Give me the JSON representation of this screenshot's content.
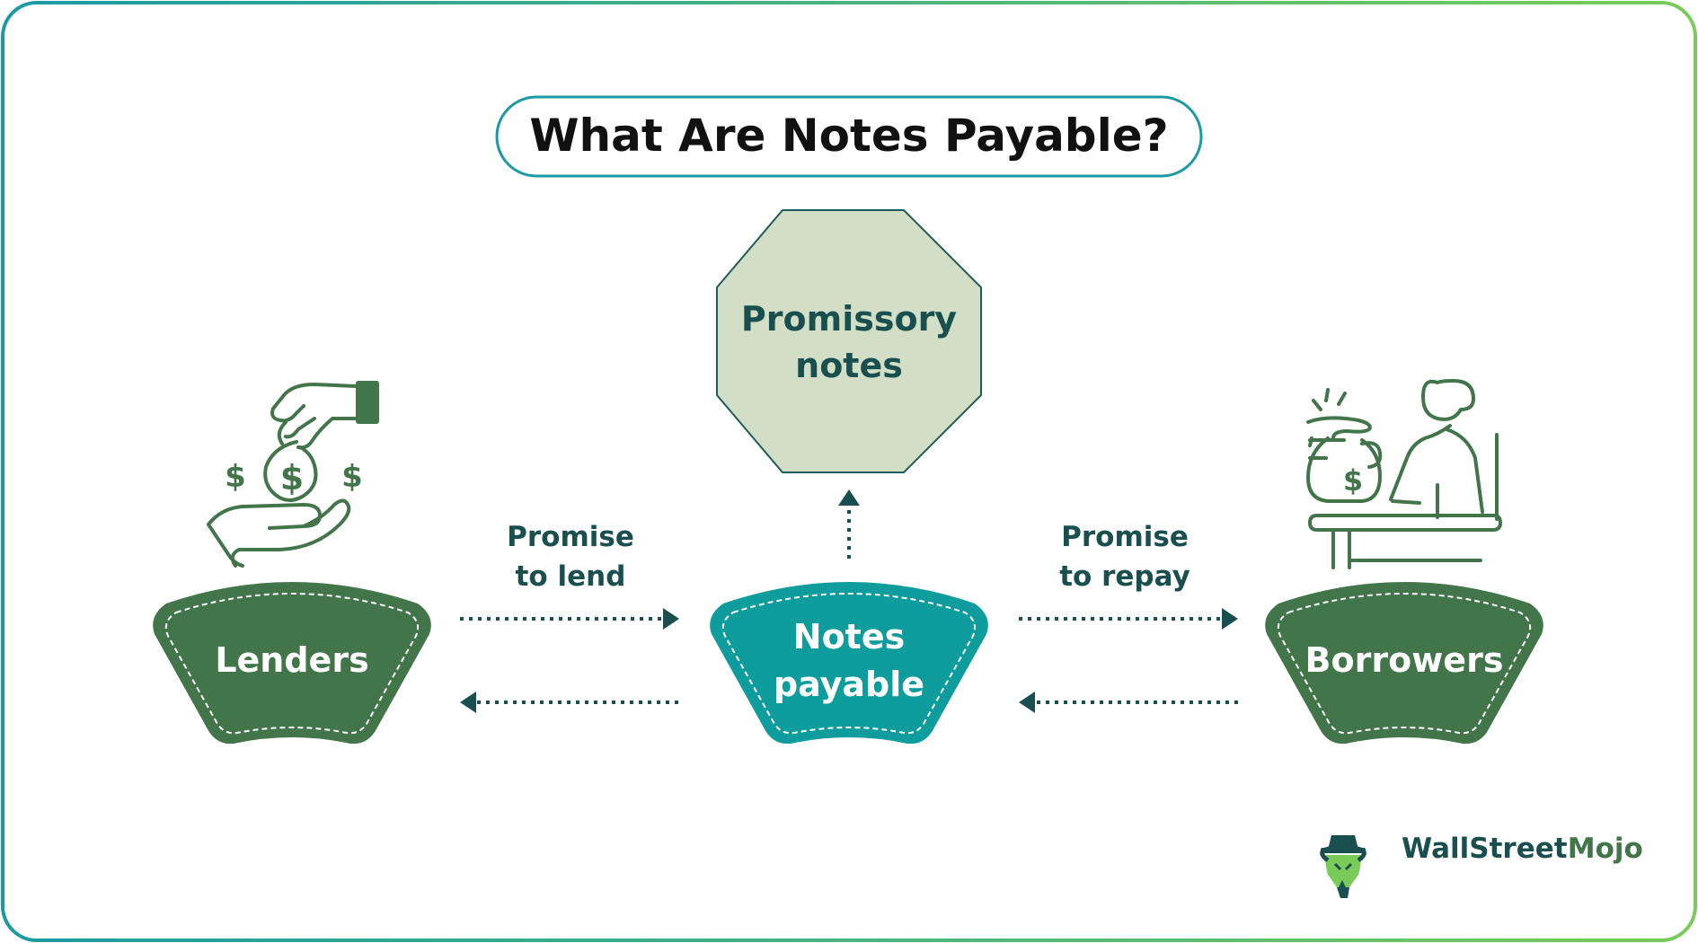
{
  "title": "What Are Notes Payable?",
  "nodes": {
    "promissory": {
      "line1": "Promissory",
      "line2": "notes"
    },
    "lenders": {
      "label": "Lenders"
    },
    "notes_payable": {
      "line1": "Notes",
      "line2": "payable"
    },
    "borrowers": {
      "label": "Borrowers"
    }
  },
  "edges": {
    "promise_to_lend": {
      "line1": "Promise",
      "line2": "to lend"
    },
    "promise_to_repay": {
      "line1": "Promise",
      "line2": "to repay"
    }
  },
  "brand": {
    "part1": "WallStreet",
    "part2": "Mojo"
  },
  "colors": {
    "dark_green": "#43754a",
    "teal": "#0e9c9c",
    "octagon_fill": "#d2dfc6",
    "octagon_stroke": "#1f5b5b",
    "text_dark": "#1a4f4f",
    "frame_start": "#1b9aa6",
    "frame_end": "#79cc59"
  }
}
